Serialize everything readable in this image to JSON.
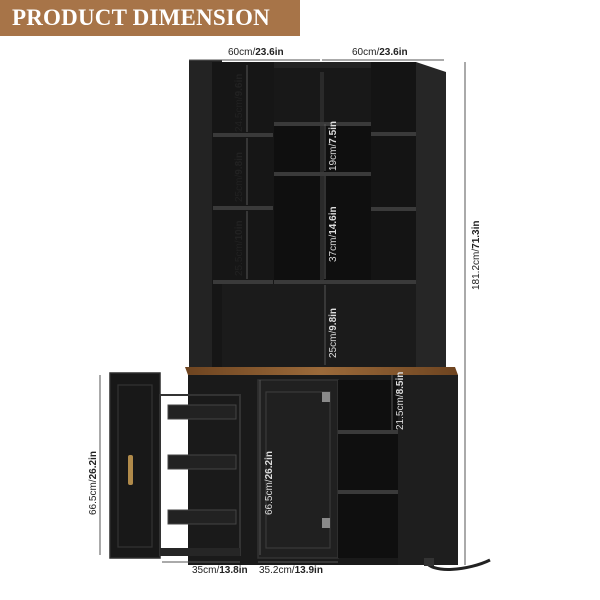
{
  "header": {
    "title": "PRODUCT DIMENSION"
  },
  "colors": {
    "banner": "#a77448",
    "cabinet": "#1c1c1c",
    "shelf_edge": "#3a3a3a",
    "wood_top": "#8b5a2b",
    "dimension_line": "#555555"
  },
  "dimensions": {
    "top_width_left": {
      "cm": "60cm",
      "in": "23.6in"
    },
    "top_width_right": {
      "cm": "60cm",
      "in": "23.6in"
    },
    "shelf_1": {
      "cm": "24.5cm",
      "in": "9.6in"
    },
    "shelf_2": {
      "cm": "25cm",
      "in": "9.8in"
    },
    "shelf_3": {
      "cm": "25.5cm",
      "in": "10in"
    },
    "center_1": {
      "cm": "19cm",
      "in": "7.5in"
    },
    "center_2": {
      "cm": "37cm",
      "in": "14.6in"
    },
    "center_3": {
      "cm": "25cm",
      "in": "9.8in"
    },
    "total_height": {
      "cm": "181.2cm",
      "in": "71.3in"
    },
    "right_shelf": {
      "cm": "21.5cm",
      "in": "8.5in"
    },
    "door_height": {
      "cm": "66.5cm",
      "in": "26.2in"
    },
    "drawer_height": {
      "cm": "66.5cm",
      "in": "26.2in"
    },
    "drawer_depth": {
      "cm": "35cm",
      "in": "13.8in"
    },
    "door_width": {
      "cm": "35.2cm",
      "in": "13.9in"
    }
  }
}
